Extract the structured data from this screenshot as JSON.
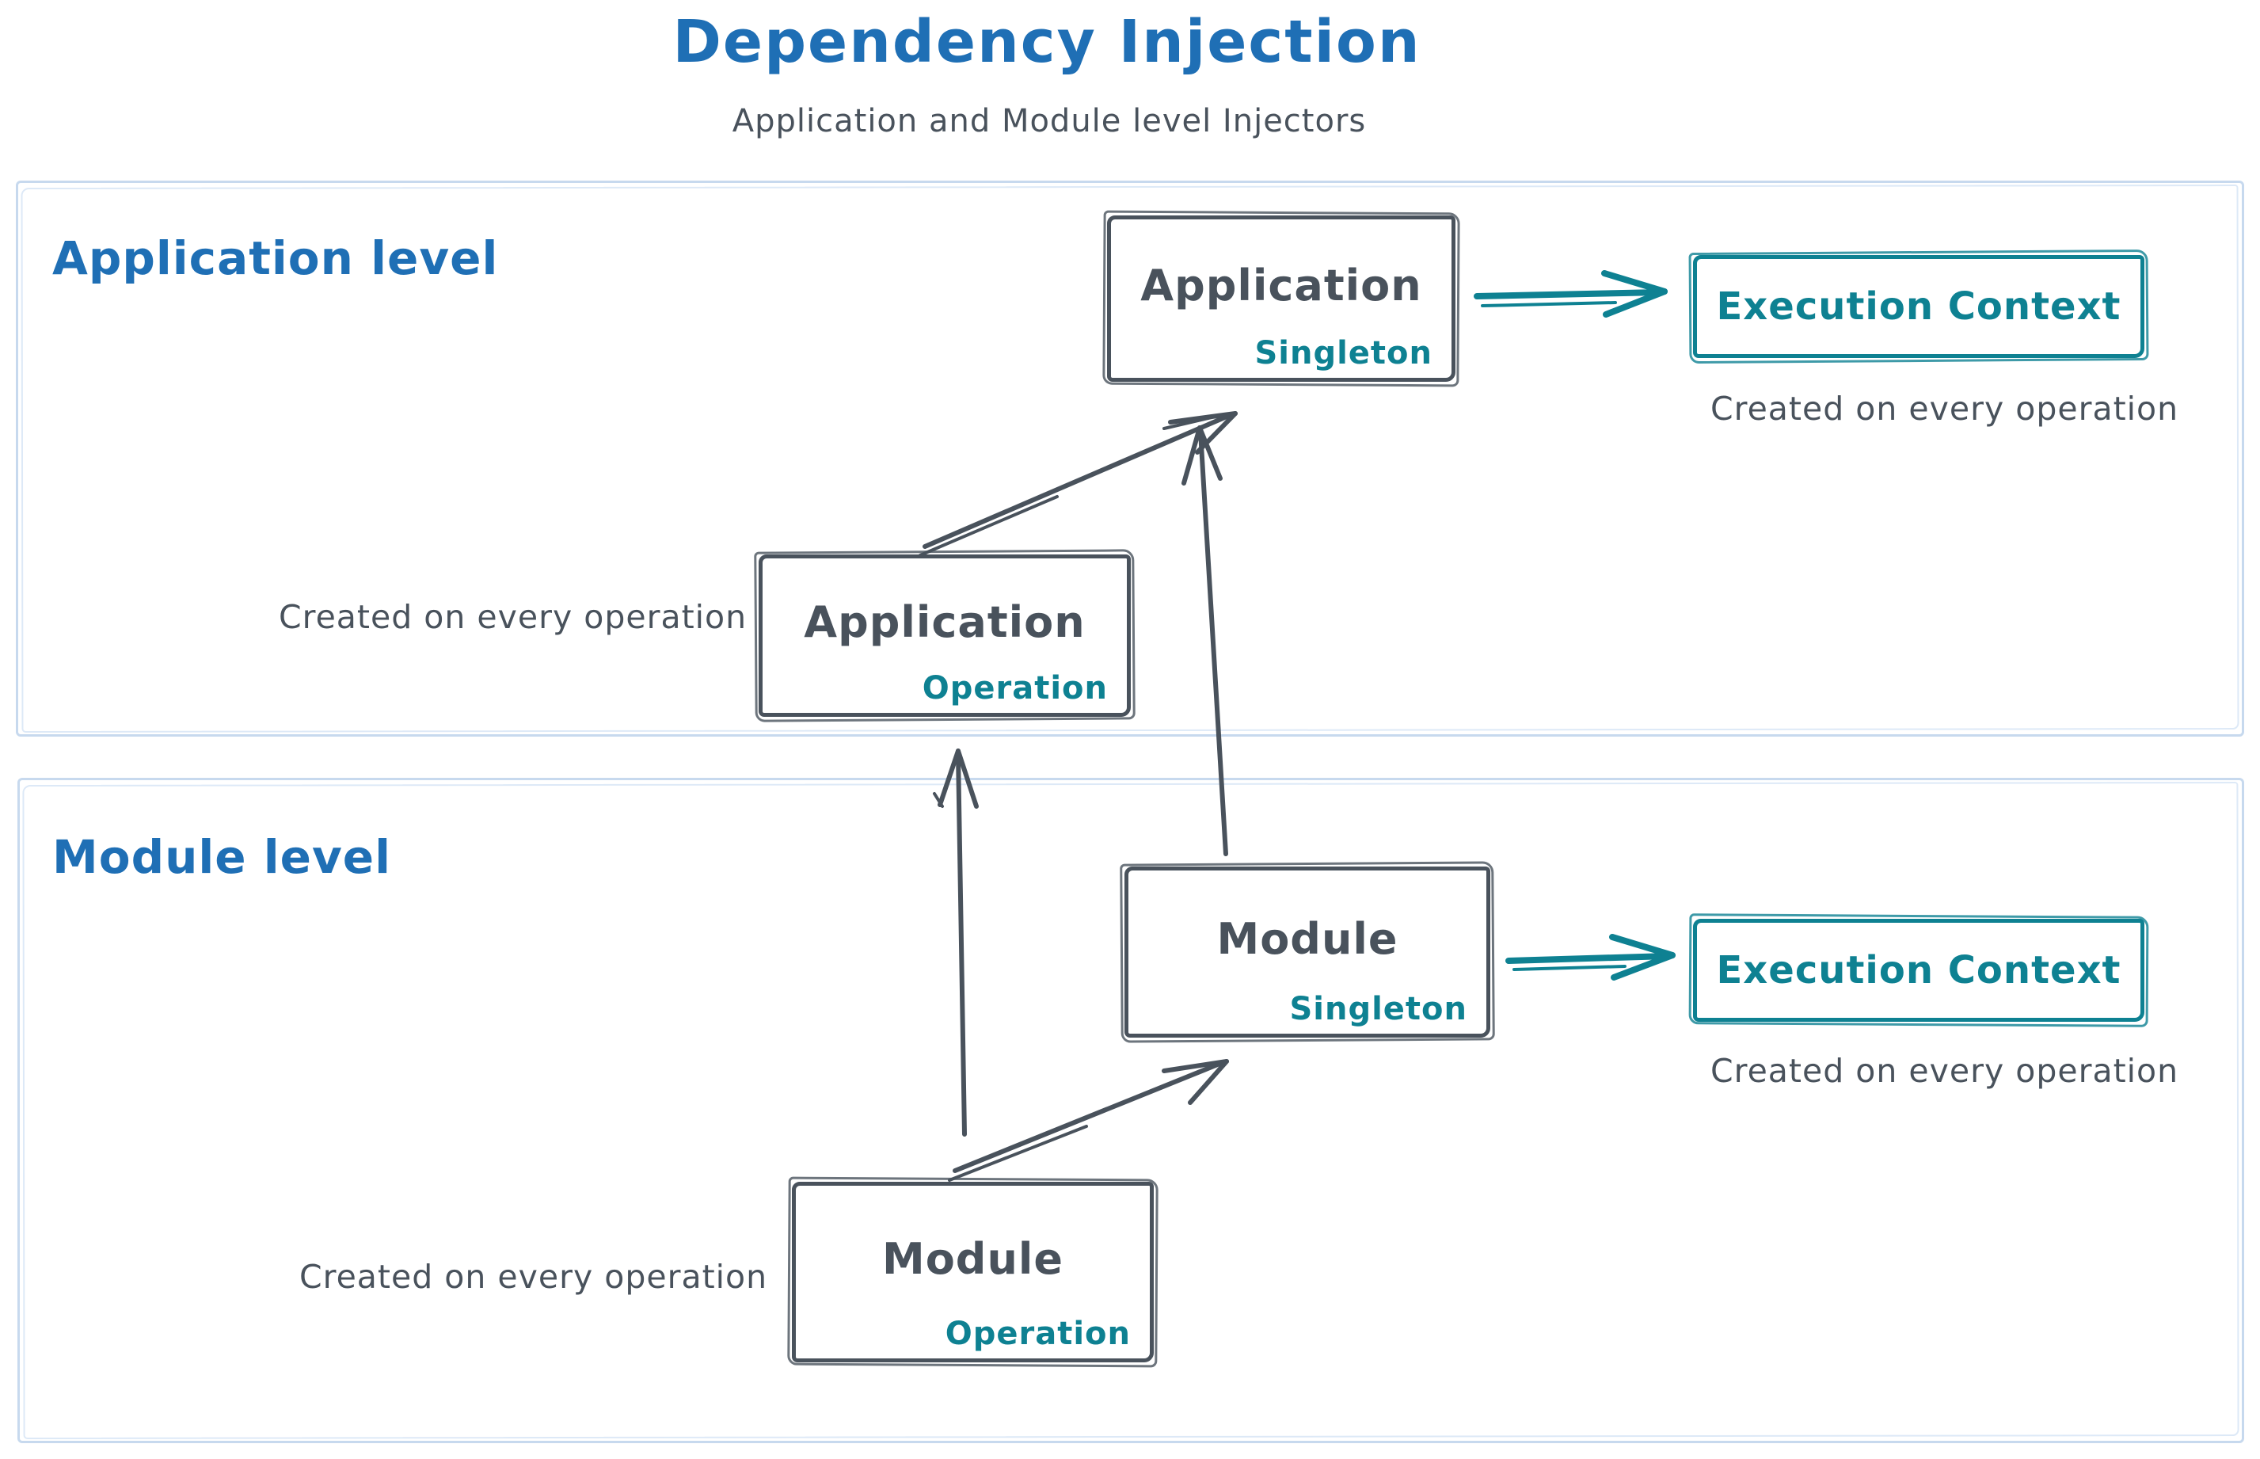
{
  "title": "Dependency Injection",
  "subtitle": "Application and Module level Injectors",
  "colors": {
    "blue": "#1f6fb5",
    "teal": "#0e8192",
    "ink": "#49525c",
    "frame": "#c7d9ee"
  },
  "application_level": {
    "label": "Application level",
    "singleton_box": {
      "name": "Application",
      "scope": "Singleton"
    },
    "operation_box": {
      "name": "Application",
      "scope": "Operation"
    },
    "operation_caption": "Created on every operation",
    "execution_context": {
      "label": "Execution Context",
      "caption": "Created on every operation"
    }
  },
  "module_level": {
    "label": "Module level",
    "singleton_box": {
      "name": "Module",
      "scope": "Singleton"
    },
    "operation_box": {
      "name": "Module",
      "scope": "Operation"
    },
    "operation_caption": "Created on every operation",
    "execution_context": {
      "label": "Execution Context",
      "caption": "Created on every operation"
    }
  }
}
